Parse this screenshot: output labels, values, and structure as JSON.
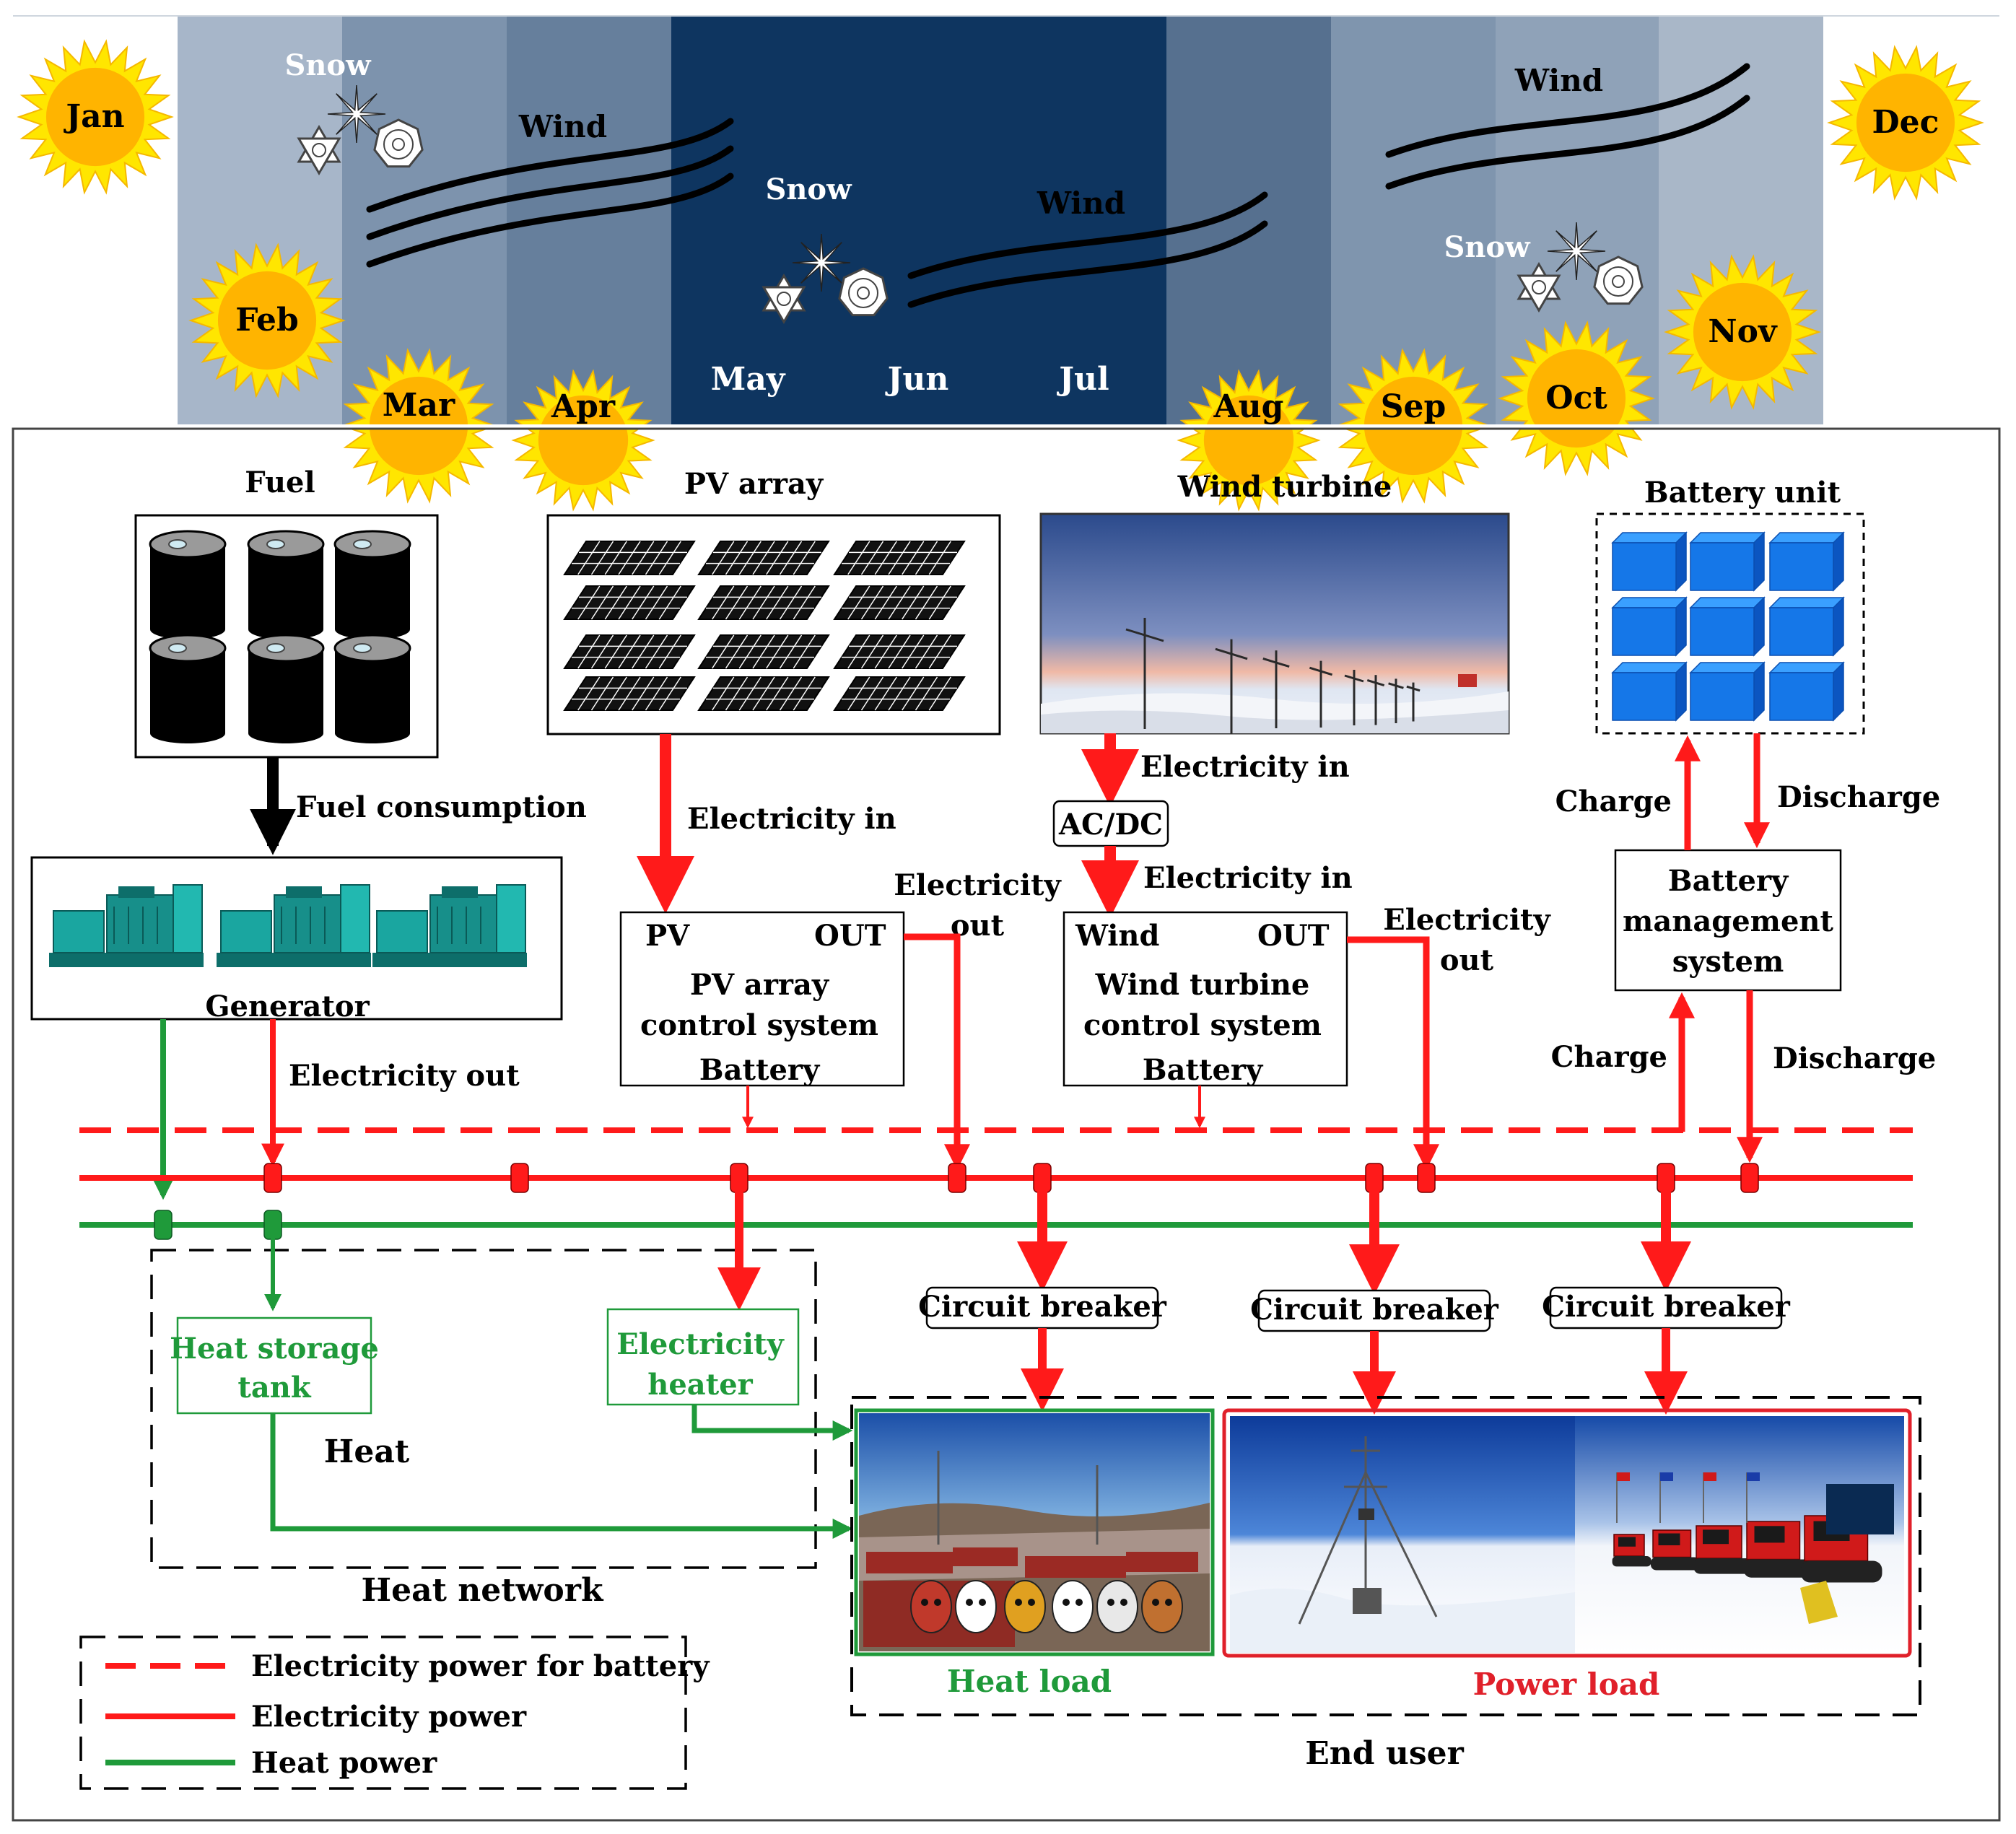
{
  "seasons": {
    "months": [
      "Jan",
      "Feb",
      "Mar",
      "Apr",
      "May",
      "Jun",
      "Jul",
      "Aug",
      "Sep",
      "Oct",
      "Nov",
      "Dec"
    ],
    "snow_label": "Snow",
    "wind_label": "Wind"
  },
  "components": {
    "fuel": "Fuel",
    "pv_array": "PV array",
    "wind_turbine": "Wind turbine",
    "battery_unit": "Battery unit",
    "generator": "Generator",
    "acdc": "AC/DC"
  },
  "pv_control": {
    "in": "PV",
    "out": "OUT",
    "line1": "PV array",
    "line2": "control system",
    "line3": "Battery"
  },
  "wind_control": {
    "in": "Wind",
    "out": "OUT",
    "line1": "Wind turbine",
    "line2": "control system",
    "line3": "Battery"
  },
  "bms": {
    "line1": "Battery",
    "line2": "management",
    "line3": "system"
  },
  "flows": {
    "fuel_consumption": "Fuel consumption",
    "electricity_in": "Electricity in",
    "electricity": "Electricity",
    "out": "out",
    "electricity_out": "Electricity out",
    "charge": "Charge",
    "discharge": "Discharge"
  },
  "circuit_breaker": "Circuit breaker",
  "heat": {
    "storage_line1": "Heat storage",
    "storage_line2": "tank",
    "heater_line1": "Electricity",
    "heater_line2": "heater",
    "heat_label": "Heat",
    "network": "Heat network"
  },
  "loads": {
    "heat_load": "Heat load",
    "power_load": "Power load",
    "end_user": "End user"
  },
  "legend": [
    "Electricity power for battery",
    "Electricity power",
    "Heat power"
  ],
  "colors": {
    "electric": "#ff1a1a",
    "heat": "#1f9a3a",
    "night": "#0e3560",
    "sun": "#ffd400"
  }
}
